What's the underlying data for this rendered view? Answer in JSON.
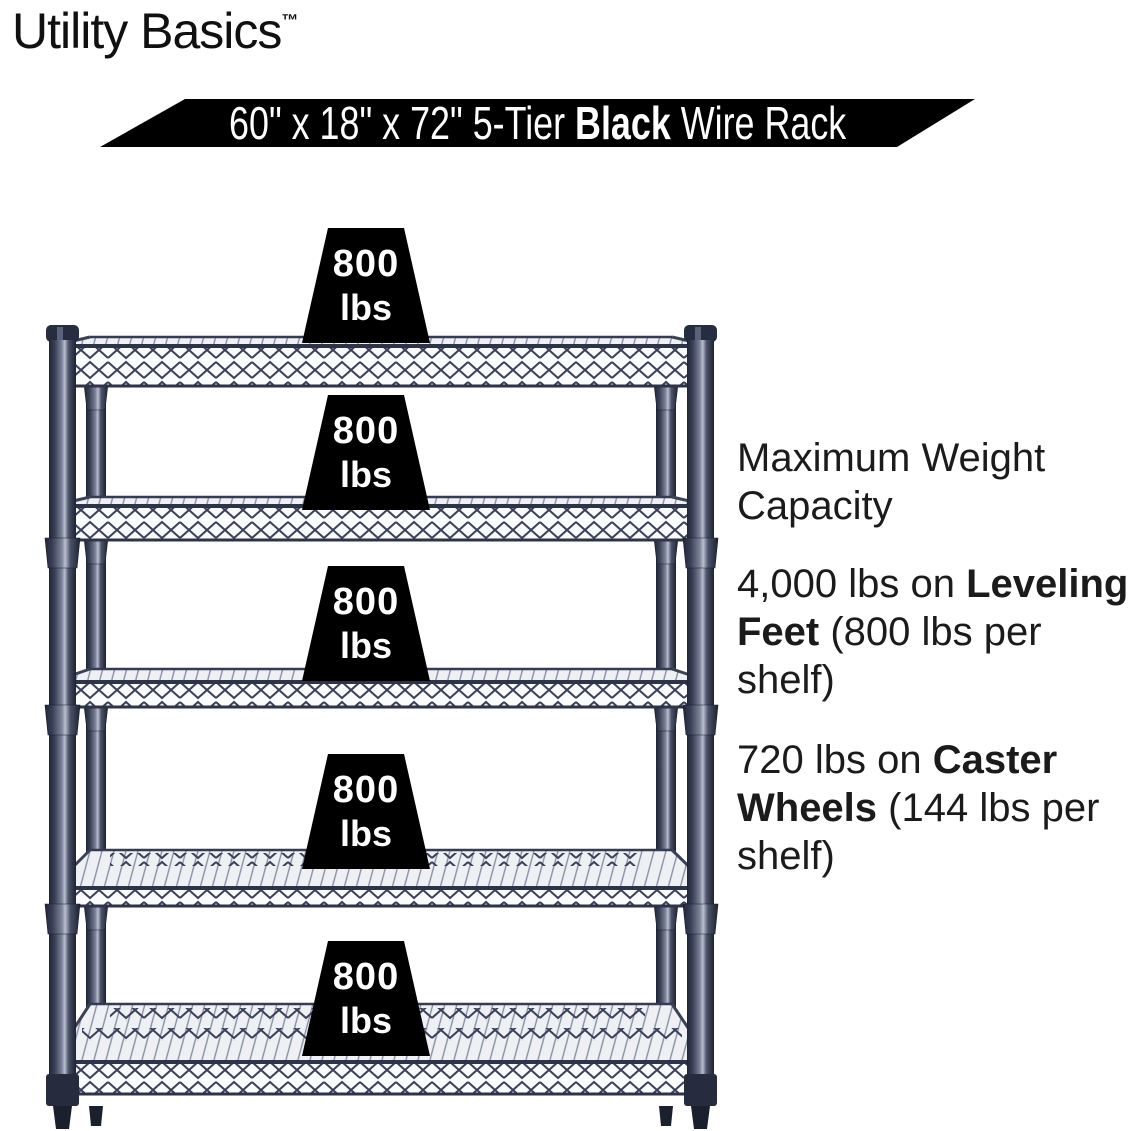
{
  "brand": {
    "name": "Utility Basics",
    "trademark": "™"
  },
  "banner": {
    "prefix": "60\" x 18\" x 72\" 5-Tier ",
    "highlight": "Black",
    "suffix": " Wire Rack"
  },
  "rack": {
    "tiers": 5,
    "finish": "Black",
    "weights": [
      {
        "value": "800",
        "unit": "lbs"
      },
      {
        "value": "800",
        "unit": "lbs"
      },
      {
        "value": "800",
        "unit": "lbs"
      },
      {
        "value": "800",
        "unit": "lbs"
      },
      {
        "value": "800",
        "unit": "lbs"
      }
    ]
  },
  "info": {
    "heading": "Maximum Weight Capacity",
    "specs": [
      {
        "prefix": "4,000 lbs on ",
        "bold": "Leveling Feet",
        "suffix": " (800 lbs per shelf)"
      },
      {
        "prefix": "720 lbs on ",
        "bold": "Caster Wheels",
        "suffix": " (144 lbs per shelf)"
      }
    ]
  },
  "colors": {
    "banner_bg": "#000000",
    "weight_marker_bg": "#000000",
    "weight_marker_text": "#ffffff",
    "rack_metal_dark": "#2a3044",
    "rack_metal_light": "#8a92a8",
    "shelf_surface": "#eef0f4",
    "text": "#1b1b1b"
  }
}
